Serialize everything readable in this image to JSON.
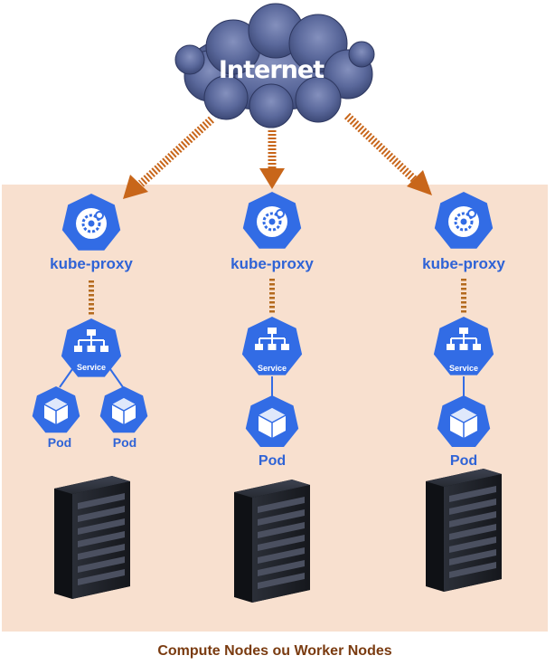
{
  "internet": {
    "label": "Internet"
  },
  "caption": "Compute Nodes ou Worker Nodes",
  "nodes": [
    {
      "proxy_label": "kube-proxy",
      "service_label": "Service",
      "pod_labels": [
        "Pod",
        "Pod"
      ]
    },
    {
      "proxy_label": "kube-proxy",
      "service_label": "Service",
      "pod_labels": [
        "Pod"
      ]
    },
    {
      "proxy_label": "kube-proxy",
      "service_label": "Service",
      "pod_labels": [
        "Pod"
      ]
    }
  ],
  "colors": {
    "panel": "#f8e0cf",
    "k8s_blue": "#326ce5",
    "arrow": "#c8661a",
    "dash": "#b46a1e",
    "cloud": "#4a5a8c",
    "server": "#1f2229",
    "caption": "#7a3b10"
  },
  "icons": [
    "cloud-icon",
    "kube-proxy-icon",
    "service-icon",
    "pod-icon",
    "server-rack-icon"
  ]
}
